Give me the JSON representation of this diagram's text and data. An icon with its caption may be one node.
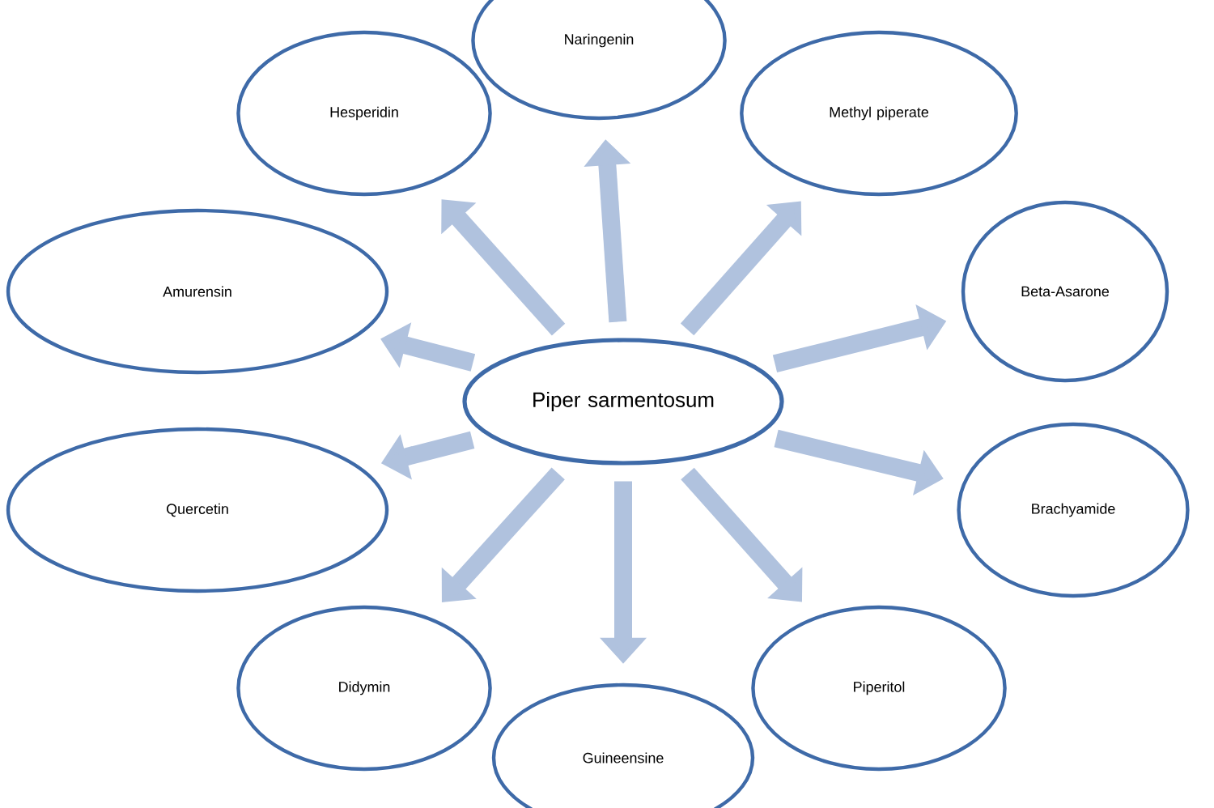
{
  "diagram": {
    "nodes": [
      {
        "text": [
          "Piper sarmentosum"
        ]
      },
      {
        "text": [
          "Naringenin"
        ]
      },
      {
        "text": [
          "Hesperidin"
        ]
      },
      {
        "text": [
          "Methyl piperate"
        ]
      },
      {
        "text": [
          "Amurensin"
        ]
      },
      {
        "text": [
          "Beta-Asarone"
        ]
      },
      {
        "text": [
          "Quercetin"
        ]
      },
      {
        "text": [
          "Brachyamide"
        ]
      },
      {
        "text": [
          "Didymin"
        ]
      },
      {
        "text": [
          "Piperitol"
        ]
      },
      {
        "text": [
          "Guineensine"
        ]
      }
    ],
    "edges": [
      {
        "from": 0,
        "to": 1,
        "arrow": "to"
      },
      {
        "from": 0,
        "to": 2,
        "arrow": "to"
      },
      {
        "from": 0,
        "to": 3,
        "arrow": "to"
      },
      {
        "from": 0,
        "to": 4,
        "arrow": "to"
      },
      {
        "from": 0,
        "to": 5,
        "arrow": "to"
      },
      {
        "from": 0,
        "to": 6,
        "arrow": "to"
      },
      {
        "from": 0,
        "to": 7,
        "arrow": "to"
      },
      {
        "from": 0,
        "to": 8,
        "arrow": "to"
      },
      {
        "from": 0,
        "to": 9,
        "arrow": "to"
      },
      {
        "from": 0,
        "to": 10,
        "arrow": "to"
      }
    ]
  }
}
